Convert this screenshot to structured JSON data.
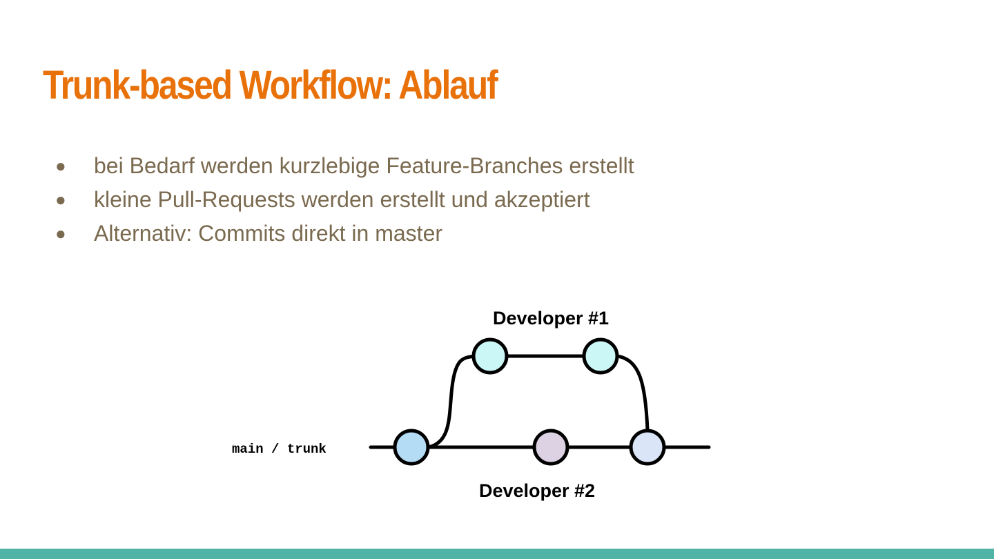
{
  "slide": {
    "title": "Trunk-based Workflow: Ablauf",
    "bullet_symbol": "●",
    "bullets": [
      "bei Bedarf werden kurzlebige Feature-Branches erstellt",
      "kleine Pull-Requests werden erstellt und akzeptiert",
      "Alternativ: Commits direkt in master"
    ]
  },
  "diagram": {
    "developer1_label": "Developer #1",
    "developer2_label": "Developer #2",
    "trunk_label": "main / trunk"
  },
  "colors": {
    "title": "#e8710a",
    "body_text": "#7a6a4f",
    "bottom_bar": "#4fb3a6",
    "line": "#000000",
    "commit_trunk_start": "#b5dcf5",
    "commit_dev1": "#ccf7f7",
    "commit_dev2": "#ddd2e4",
    "commit_trunk_merge": "#dae5f7"
  }
}
